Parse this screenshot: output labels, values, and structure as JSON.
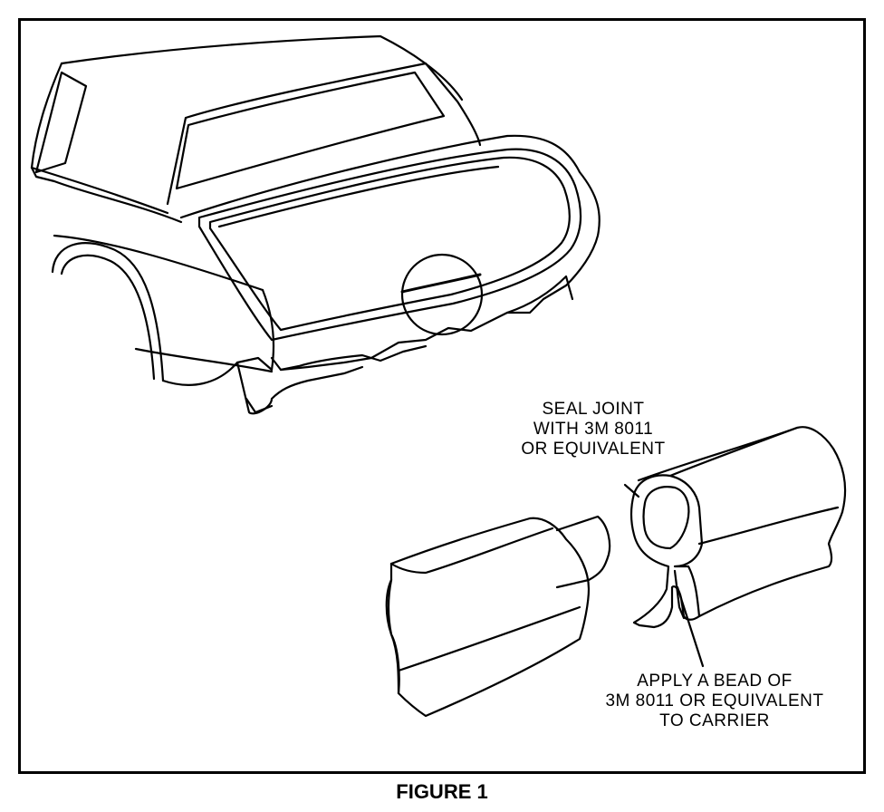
{
  "callouts": {
    "seal_joint": [
      "SEAL JOINT",
      "WITH 3M 8011",
      "OR EQUIVALENT"
    ],
    "apply_bead": [
      "APPLY A BEAD OF",
      "3M 8011 OR EQUIVALENT",
      "TO CARRIER"
    ]
  },
  "caption": "FIGURE 1",
  "colors": {
    "ink": "#000000",
    "paper": "#ffffff"
  }
}
